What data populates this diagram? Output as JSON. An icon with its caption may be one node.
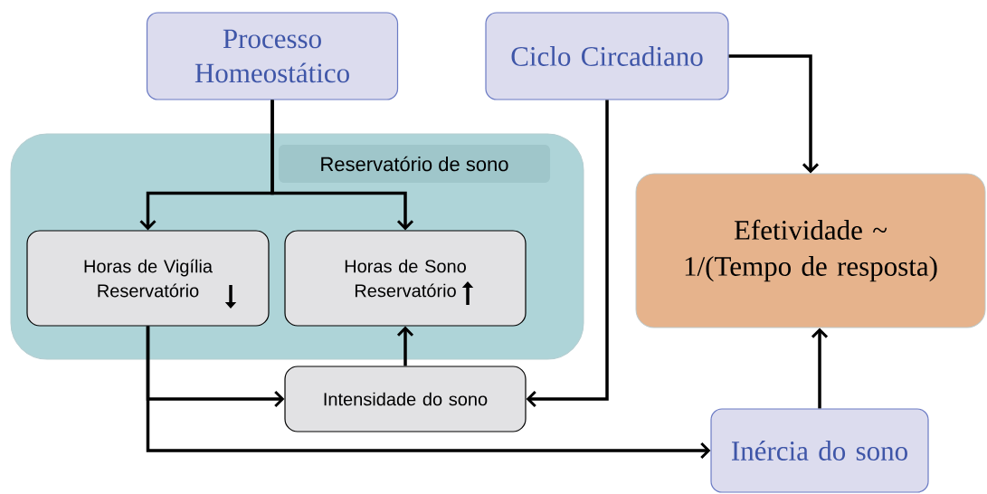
{
  "diagram": {
    "nodes": [
      {
        "text": [
          "Processo Homeostático"
        ]
      },
      {
        "text": [
          "Ciclo Circadiano"
        ]
      },
      {
        "text": [
          "Reservatório de sono"
        ]
      },
      {
        "text": [
          "Horas de Vigília Reservatório"
        ],
        "in": 2
      },
      {
        "text": [
          "Horas de Sono Reservatório"
        ],
        "in": 2
      },
      {
        "text": [
          "Efetividade ~ 1/(Tempo de resposta)"
        ]
      },
      {
        "text": [
          "Intensidade do sono"
        ]
      },
      {
        "text": [
          "Inércia do sono"
        ]
      }
    ],
    "edges": [
      {
        "from": 0,
        "to": 3,
        "arrow": "to"
      },
      {
        "from": 0,
        "to": 4,
        "arrow": "to"
      },
      {
        "from": 1,
        "to": 5,
        "arrow": "to"
      },
      {
        "from": 1,
        "to": 6,
        "arrow": "to"
      },
      {
        "from": 3,
        "to": 6,
        "arrow": "to"
      },
      {
        "from": 3,
        "to": 7,
        "arrow": "to"
      },
      {
        "from": 6,
        "to": 4,
        "arrow": "to"
      },
      {
        "from": 7,
        "to": 5,
        "arrow": "to"
      }
    ]
  }
}
